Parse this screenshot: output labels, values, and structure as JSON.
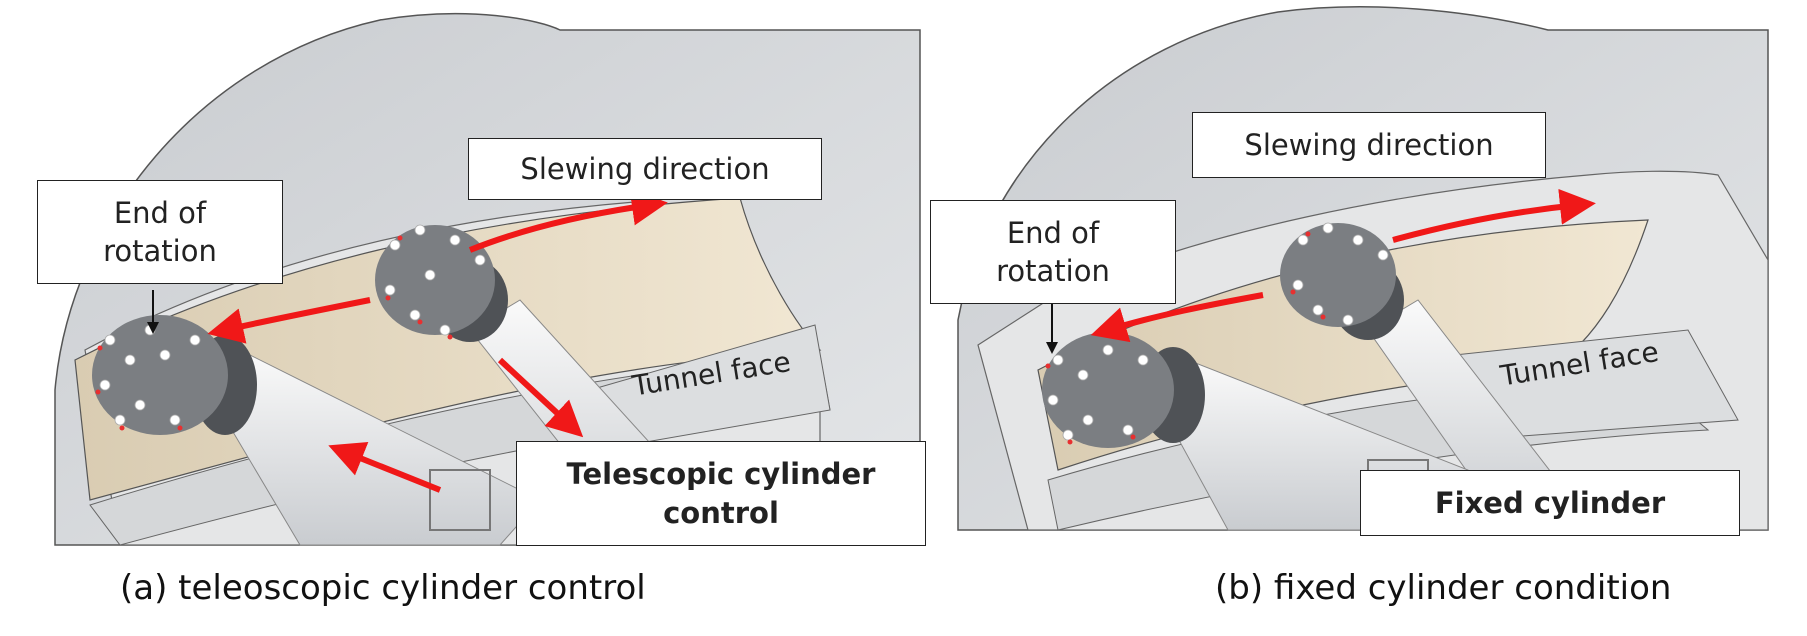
{
  "panels": [
    {
      "slewing_label": "Slewing direction",
      "end_line1": "End of",
      "end_line2": "rotation",
      "face_label": "Tunnel face",
      "control_line1": "Telescopic cylinder",
      "control_line2": "control",
      "caption": "(a) teleoscopic cylinder control"
    },
    {
      "slewing_label": "Slewing direction",
      "end_line1": "End of",
      "end_line2": "rotation",
      "face_label": "Tunnel face",
      "control_line1": "Fixed cylinder",
      "caption": "(b) fixed cylinder condition"
    }
  ],
  "colors": {
    "shell": "#d8dadc",
    "tunnel": "#eadfc9",
    "arm": "#eceef0",
    "head": "#6b6e72",
    "arrow": "#f01818",
    "tip": "#e83030"
  }
}
